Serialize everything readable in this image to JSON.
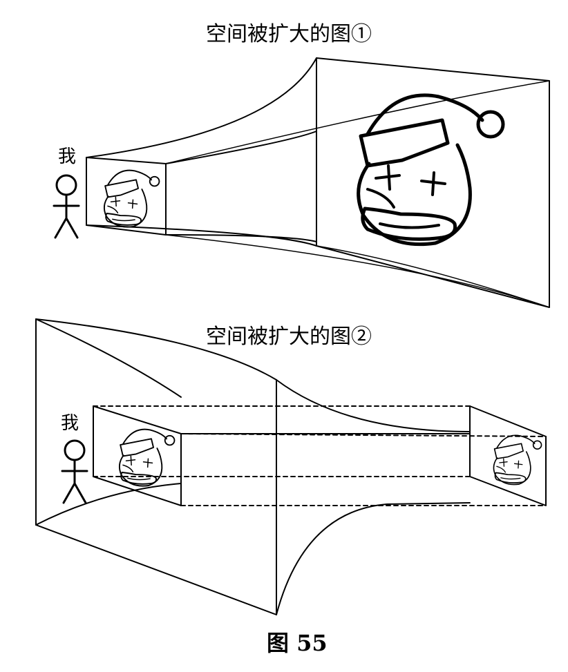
{
  "diagram1": {
    "title": "空间被扩大的图①",
    "person_label": "我"
  },
  "diagram2": {
    "title": "空间被扩大的图②",
    "person_label": "我"
  },
  "figure_caption": "图 55",
  "icons": [
    "stick-figure-icon",
    "santa-face-icon"
  ]
}
